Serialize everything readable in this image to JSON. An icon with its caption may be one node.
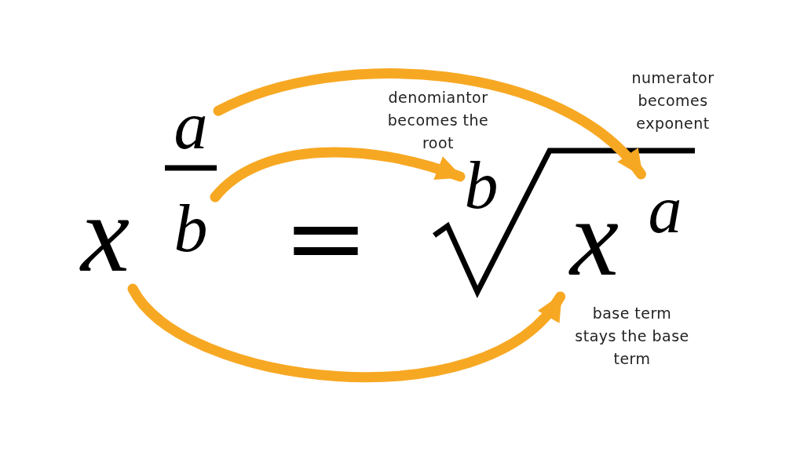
{
  "diagram": {
    "nodes": [
      {
        "text": [
          "x"
        ]
      },
      {
        "text": [
          "a"
        ]
      },
      {
        "text": [
          "b"
        ]
      },
      {
        "text": [
          "b"
        ]
      },
      {
        "text": [
          "x"
        ]
      },
      {
        "text": [
          "a"
        ]
      }
    ],
    "edges": [
      {
        "from": 1,
        "to": 5,
        "arrow": "to"
      },
      {
        "from": 2,
        "to": 3,
        "arrow": "to"
      },
      {
        "from": 0,
        "to": 4,
        "arrow": "to"
      }
    ],
    "labels": [
      "=",
      "denomiantor becomes the root",
      "numerator becomes exponent",
      "base term stays the base term"
    ]
  }
}
